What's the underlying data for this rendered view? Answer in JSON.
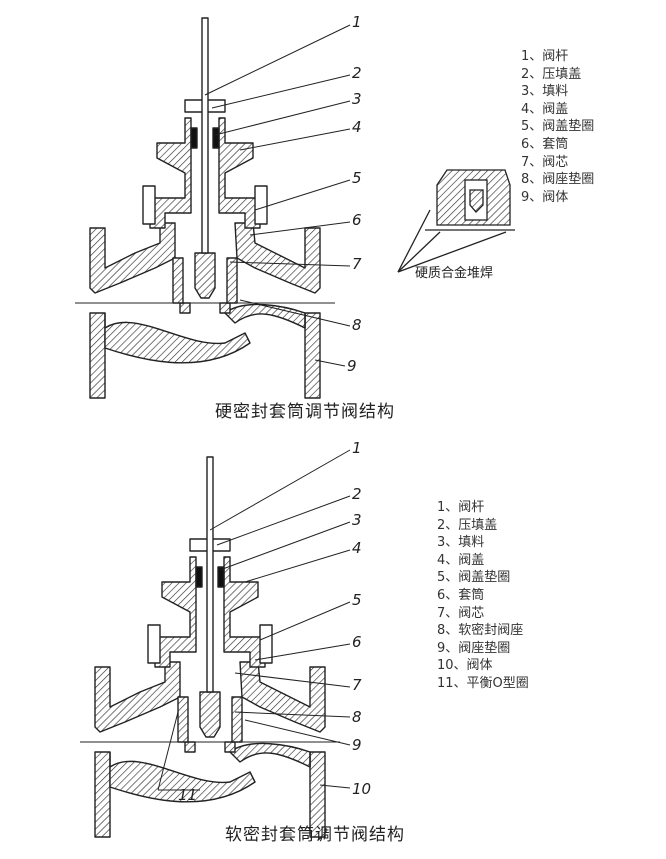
{
  "hard_seal": {
    "title": "硬密封套筒调节阀结构",
    "legend": [
      "1、阀杆",
      "2、压填盖",
      "3、填料",
      "4、阀盖",
      "5、阀盖垫圈",
      "6、套筒",
      "7、阀芯",
      "8、阀座垫圈",
      "9、阀体"
    ],
    "callouts": [
      "1",
      "2",
      "3",
      "4",
      "5",
      "6",
      "7",
      "8",
      "9"
    ],
    "detail_note": "硬质合金堆焊"
  },
  "soft_seal": {
    "title": "软密封套筒调节阀结构",
    "legend": [
      "1、阀杆",
      "2、压填盖",
      "3、填料",
      "4、阀盖",
      "5、阀盖垫圈",
      "6、套筒",
      "7、阀芯",
      "8、软密封阀座",
      "9、阀座垫圈",
      "10、阀体",
      "11、平衡O型圈"
    ],
    "callouts": [
      "1",
      "2",
      "3",
      "4",
      "5",
      "6",
      "7",
      "8",
      "9",
      "10",
      "11"
    ]
  }
}
